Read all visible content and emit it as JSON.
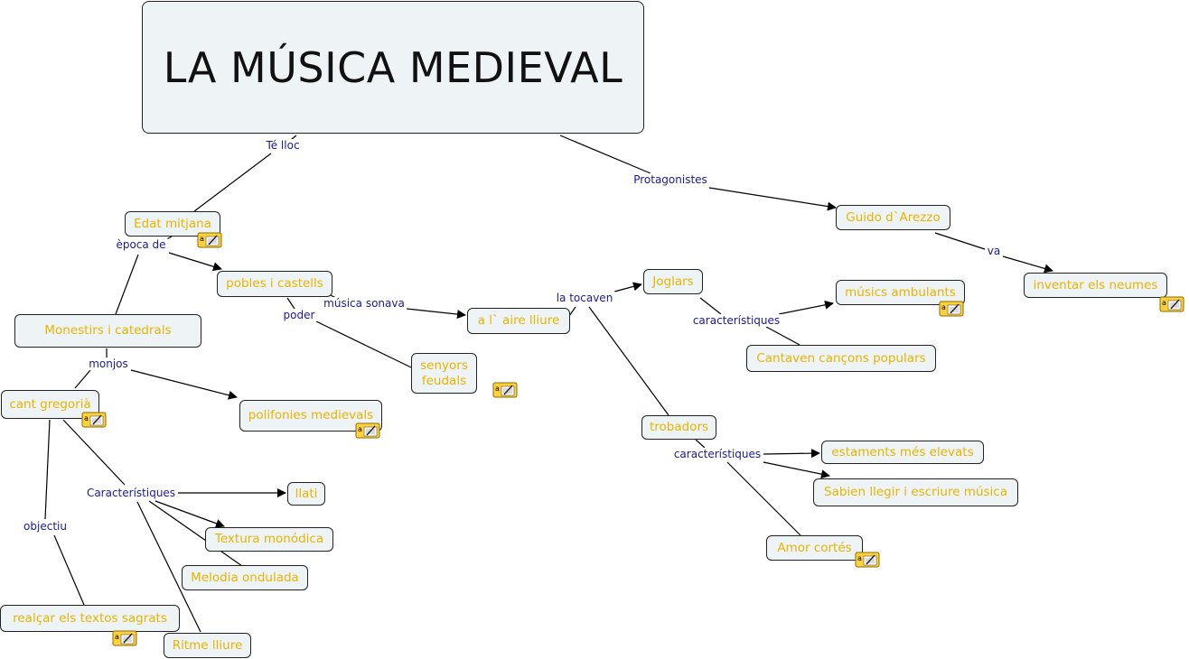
{
  "title": "LA MÚSICA MEDIEVAL",
  "colors": {
    "concept_text": "#e8b400",
    "link_text": "#1a1a9a",
    "node_fill": "#eef3f5",
    "line": "#000000"
  },
  "concepts": {
    "edat_mitjana": "Edat mitjana",
    "monestirs": "Monestirs i catedrals",
    "pobles": "pobles i castells",
    "aire_lliure": "a l` aire lliure",
    "senyors": "senyors feudals",
    "cant_gregoria": "cant gregorià",
    "polifonies": "polifonies medievals",
    "llati": "llati",
    "textura": "Textura monódica",
    "melodia": "Melodia ondulada",
    "realcar": "realçar els textos sagrats",
    "ritme": "Ritme lliure",
    "joglars": "Joglars",
    "musics_ambulants": "músics ambulants",
    "cantaven": "Cantaven cançons populars",
    "trobadors": "trobadors",
    "estaments": "estaments més elevats",
    "sabien": "Sabien llegir i escriure música",
    "amor_cortes": "Amor cortés",
    "guido": "Guido d`Arezzo",
    "neumes": "inventar els neumes"
  },
  "links": {
    "te_lloc": "Té lloc",
    "protagonistes": "Protagonistes",
    "epoca_de": "època de",
    "va": "va",
    "musica_sonava": "música sonava",
    "poder": "poder",
    "la_tocaven": "la tocaven",
    "monjos": "monjos",
    "caracteristiques_joglars": "característiques",
    "caracteristiques_trobadors": "característiques",
    "caracteristiques_cant": "Característiques",
    "objectiu": "objectiu"
  },
  "icons": [
    "resource-note-icon"
  ]
}
